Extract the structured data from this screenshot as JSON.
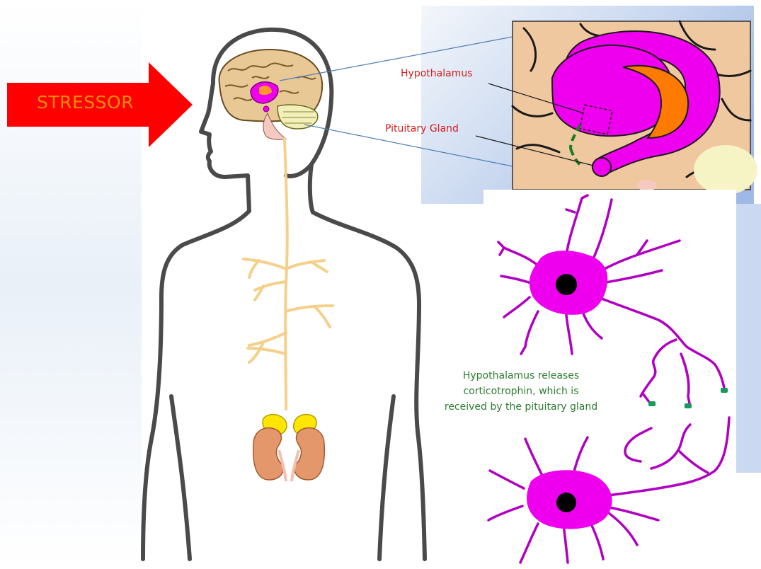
{
  "labels": {
    "stressor": "STRESSOR",
    "hypothalamus": "Hypothalamus",
    "pituitary": "Pituitary Gland",
    "caption_lines": [
      "Hypothalamus releases",
      "corticotrophin, which is",
      "received by the pituitary gland"
    ]
  },
  "colors": {
    "arrow": "#ff0000",
    "stressor_text": "#ff8c00",
    "label_red": "#d21e1e",
    "caption_green": "#2e7d32",
    "neuron_magenta": "#ee00ee",
    "neuron_purple": "#b000c0",
    "synapse_green": "#1a9a5a",
    "nerve": "#f5d08a",
    "adrenal_yellow": "#ffe600",
    "kidney": "#e3976a",
    "brain": "#e8c996",
    "hypothalamus_inset": "#f0c8a0"
  }
}
